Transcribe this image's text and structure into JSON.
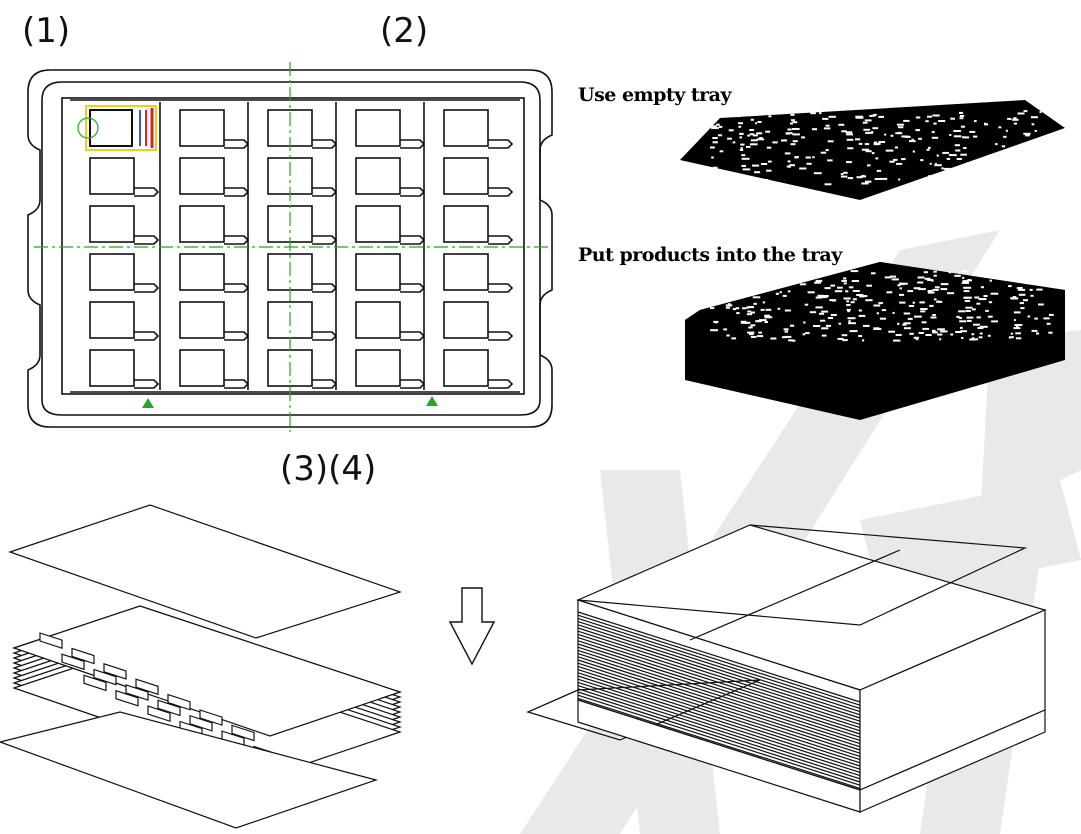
{
  "labels": {
    "step1": "(1)",
    "step2": "(2)",
    "step34": "(3)(4)"
  },
  "captions": {
    "empty_tray": "Use empty tray",
    "put_products": "Put products into the tray"
  },
  "colors": {
    "outline": "#111111",
    "centerline": "#22aa22",
    "watermark": "#e6e6e6",
    "highlight_yellow": "#e8d21a",
    "highlight_red": "#e02020",
    "highlight_blue": "#3355dd"
  },
  "icons": {
    "arrow": "down-arrow-icon",
    "recycle": "recycle-icon"
  }
}
